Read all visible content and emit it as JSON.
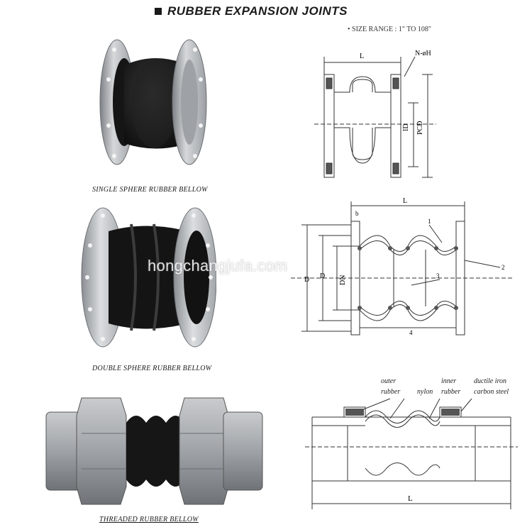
{
  "header": {
    "title": "RUBBER EXPANSION JOINTS",
    "size_range": "• SIZE RANGE : 1\" TO 108\""
  },
  "products": [
    {
      "caption": "SINGLE SPHERE RUBBER BELLOW"
    },
    {
      "caption": "DOUBLE SPHERE RUBBER BELLOW"
    },
    {
      "caption": "THREADED RUBBER BELLOW"
    }
  ],
  "watermark": "hongchangjufa.com",
  "diagram_single": {
    "dim_L": "L",
    "dim_holes": "N-øH",
    "dim_ID": "ID",
    "dim_PCD": "PCD"
  },
  "diagram_double": {
    "dim_L": "L",
    "dim_b": "b",
    "dim_D": "D",
    "dim_D1": "D",
    "dim_DN": "DN",
    "callout_1": "1",
    "callout_2": "2",
    "callout_3": "3",
    "callout_4": "4"
  },
  "diagram_threaded": {
    "label_outer": "outer",
    "label_rubber1": "rubber",
    "label_nylon": "nylon",
    "label_inner": "inner",
    "label_rubber2": "rubber",
    "label_ductile": "ductile iron",
    "label_carbon": "carbon steel",
    "dim_L": "L"
  },
  "colors": {
    "rubber": "#1b1b1b",
    "steel": "#b9bcc0",
    "line": "#333333"
  }
}
